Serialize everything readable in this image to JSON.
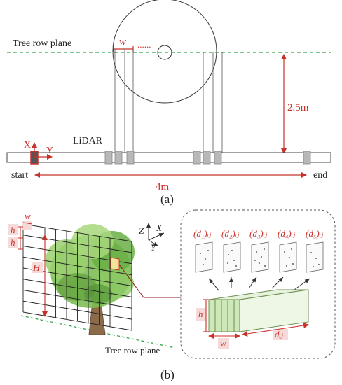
{
  "colors": {
    "accent_red": "#c8322b",
    "guide_green": "#2f9e44",
    "sensor_gray": "#b8b8b8",
    "leaf_green": "#7fbf57",
    "highlight_pink": "#f6dada",
    "box_green": "#cfe8b9"
  },
  "panel_a": {
    "tree_row_plane_label": "Tree row plane",
    "w_label": "w",
    "dots_label": "......",
    "height_label": "2.5m",
    "x_axis_label": "X",
    "y_axis_label": "Y",
    "lidar_label": "LiDAR",
    "start_label": "start",
    "end_label": "end",
    "length_label": "4m",
    "caption": "(a)"
  },
  "panel_b": {
    "w_label": "w",
    "h_label_1": "h",
    "h_label_2": "h",
    "H_label": "H",
    "axis_z": "Z",
    "axis_x": "X",
    "axis_y": "Y",
    "tree_row_plane_label": "Tree row plane",
    "voxel_labels": [
      "(d₁)ᵢⱼ",
      "(d₂)ᵢⱼ",
      "(d₃)ᵢⱼ",
      "(d₄)ᵢⱼ",
      "(d₅)ᵢⱼ"
    ],
    "box_h_label": "h",
    "box_w_label": "w",
    "box_d_label": "dᵢⱼ",
    "caption": "(b)"
  }
}
